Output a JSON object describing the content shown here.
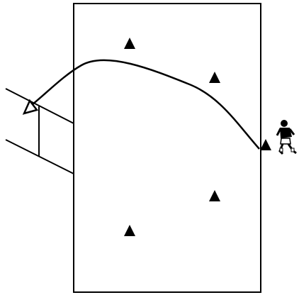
{
  "diagram": {
    "background": "#ffffff",
    "line_color": "#000000",
    "field": {
      "shape": "rectangle"
    },
    "goal": {
      "shape": "open-goal-frame",
      "side": "left"
    },
    "markers": [
      {
        "kind": "triangle-cone",
        "color": "#000000"
      },
      {
        "kind": "triangle-cone",
        "color": "#000000"
      },
      {
        "kind": "triangle-cone",
        "color": "#000000"
      },
      {
        "kind": "triangle-cone",
        "color": "#000000"
      },
      {
        "kind": "triangle-cone",
        "color": "#000000"
      }
    ],
    "shot_path": {
      "style": "curved-arrow",
      "from": "right-cone",
      "to": "goal"
    },
    "player": {
      "icon": "player-running-icon",
      "kit_colors": [
        "#000000",
        "#ffffff"
      ]
    }
  }
}
